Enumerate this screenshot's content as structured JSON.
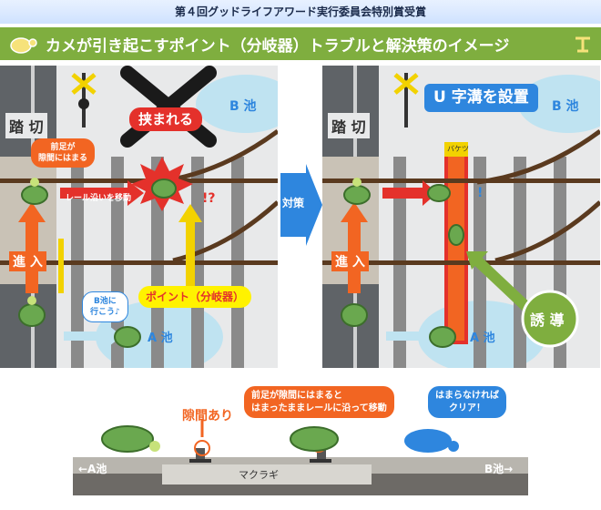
{
  "header": {
    "award": "第４回グッドライフアワード実行委員会特別賞受賞"
  },
  "title": {
    "text": "カメが引き起こすポイント（分岐器）トラブルと解決策のイメージ"
  },
  "left_panel": {
    "crossing": "踏 切",
    "pond_b": "B 池",
    "pond_a": "A 池",
    "caught": "挟まれる",
    "front_legs": "前足が\n隙間にはまる",
    "move_along": "レール沿いを移動",
    "exclaim": "!?",
    "entry": "進 入",
    "go_b": "B池に\n行こう♪",
    "point": "ポイント（分岐器）"
  },
  "center": {
    "countermeasure": "対策"
  },
  "right_panel": {
    "crossing": "踏 切",
    "pond_b": "B 池",
    "pond_a": "A 池",
    "u_ditch": "U 字溝を設置",
    "exclaim": "!",
    "entry": "進 入",
    "guide": "誘 導",
    "tag": "バケツ"
  },
  "bottom": {
    "gap": "隙間あり",
    "caught_desc": "前足が隙間にはまると\nはまったままレールに沿って移動",
    "clear_desc": "はまらなければ\nクリア！",
    "left_label": "←A池",
    "right_label": "B池→",
    "sleeper": "マクラギ"
  },
  "colors": {
    "orange": "#f26522",
    "yellow": "#fff200",
    "blue": "#2e86de",
    "green": "#7fae3f",
    "red": "#e4312b",
    "rail": "#5a3a1f",
    "sleeper": "#8a8a8a",
    "turtle": "#6aa84f"
  }
}
